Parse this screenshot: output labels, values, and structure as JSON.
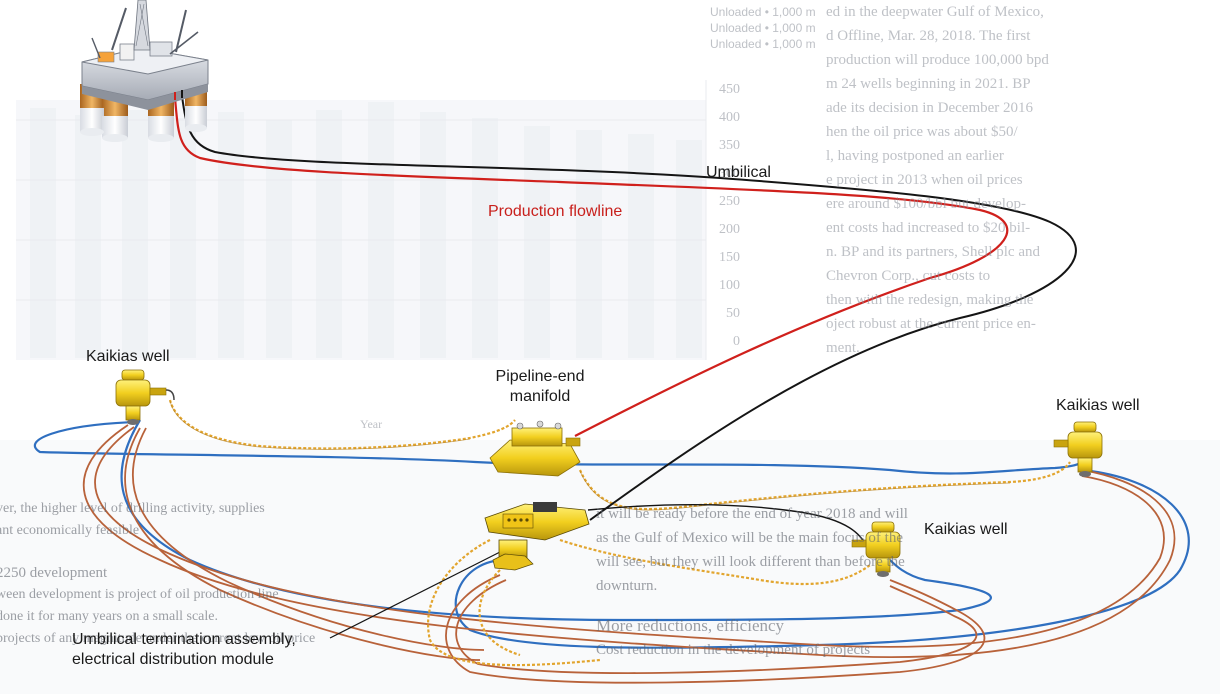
{
  "labels": {
    "umbilical": "Umbilical",
    "production_flowline": "Production flowline",
    "kaikias_well_1": "Kaikias well",
    "kaikias_well_2": "Kaikias well",
    "kaikias_well_3": "Kaikias well",
    "manifold_line1": "Pipeline-end",
    "manifold_line2": "manifold",
    "uta_line1": "Umbilical termination assembly,",
    "uta_line2": "electrical distribution module"
  },
  "background_page": {
    "legend": [
      "Unloaded • 1,000 m",
      "Unloaded • 1,000 m",
      "Unloaded • 1,000 m"
    ],
    "right_column": [
      "ed in the deepwater Gulf of Mexico,",
      "d Offline, Mar. 28, 2018. The first",
      "production will produce 100,000 bpd",
      "m 24 wells beginning in 2021. BP",
      "ade its decision in December 2016",
      "hen the oil price was about $50/",
      "l, having postponed an earlier",
      "e project in 2013 when oil prices",
      "ere around $100/bbl but develop-",
      "ent costs had increased to $20 bil-",
      "n. BP and its partners, Shell plc and",
      "Chevron Corp., cut costs to",
      "then with the redesign, making the",
      "oject robust at the current price en-",
      "ment."
    ],
    "lower_text": [
      "ver, the higher level of drilling activity, supplies",
      "ant economically feasible",
      "2250 development",
      "ween development is project of oil production line",
      "done it for many years on a small scale.",
      "projects of any magnitude under the current low oil price",
      "it will be ready before the end of year 2018 and will",
      "as the Gulf of Mexico will be the main focus of the",
      "will see, but they will look different than before the",
      "downturn.",
      "More reductions, efficiency",
      "Cost reduction in the development of projects"
    ],
    "axis_ticks": [
      "450",
      "400",
      "350",
      "300",
      "250",
      "200",
      "150",
      "100",
      "50",
      "0"
    ],
    "axis_label": "Year"
  },
  "colors": {
    "umbilical": "#151515",
    "production_flowline": "#d0201c",
    "flowline_blue": "#2f6fc0",
    "flowline_copper": "#b8623a",
    "hydraulic_dashed": "#e2a52e",
    "equipment_yellow": "#f2d021",
    "platform_grey": "#c8ccd4",
    "platform_orange": "#d4903e"
  }
}
